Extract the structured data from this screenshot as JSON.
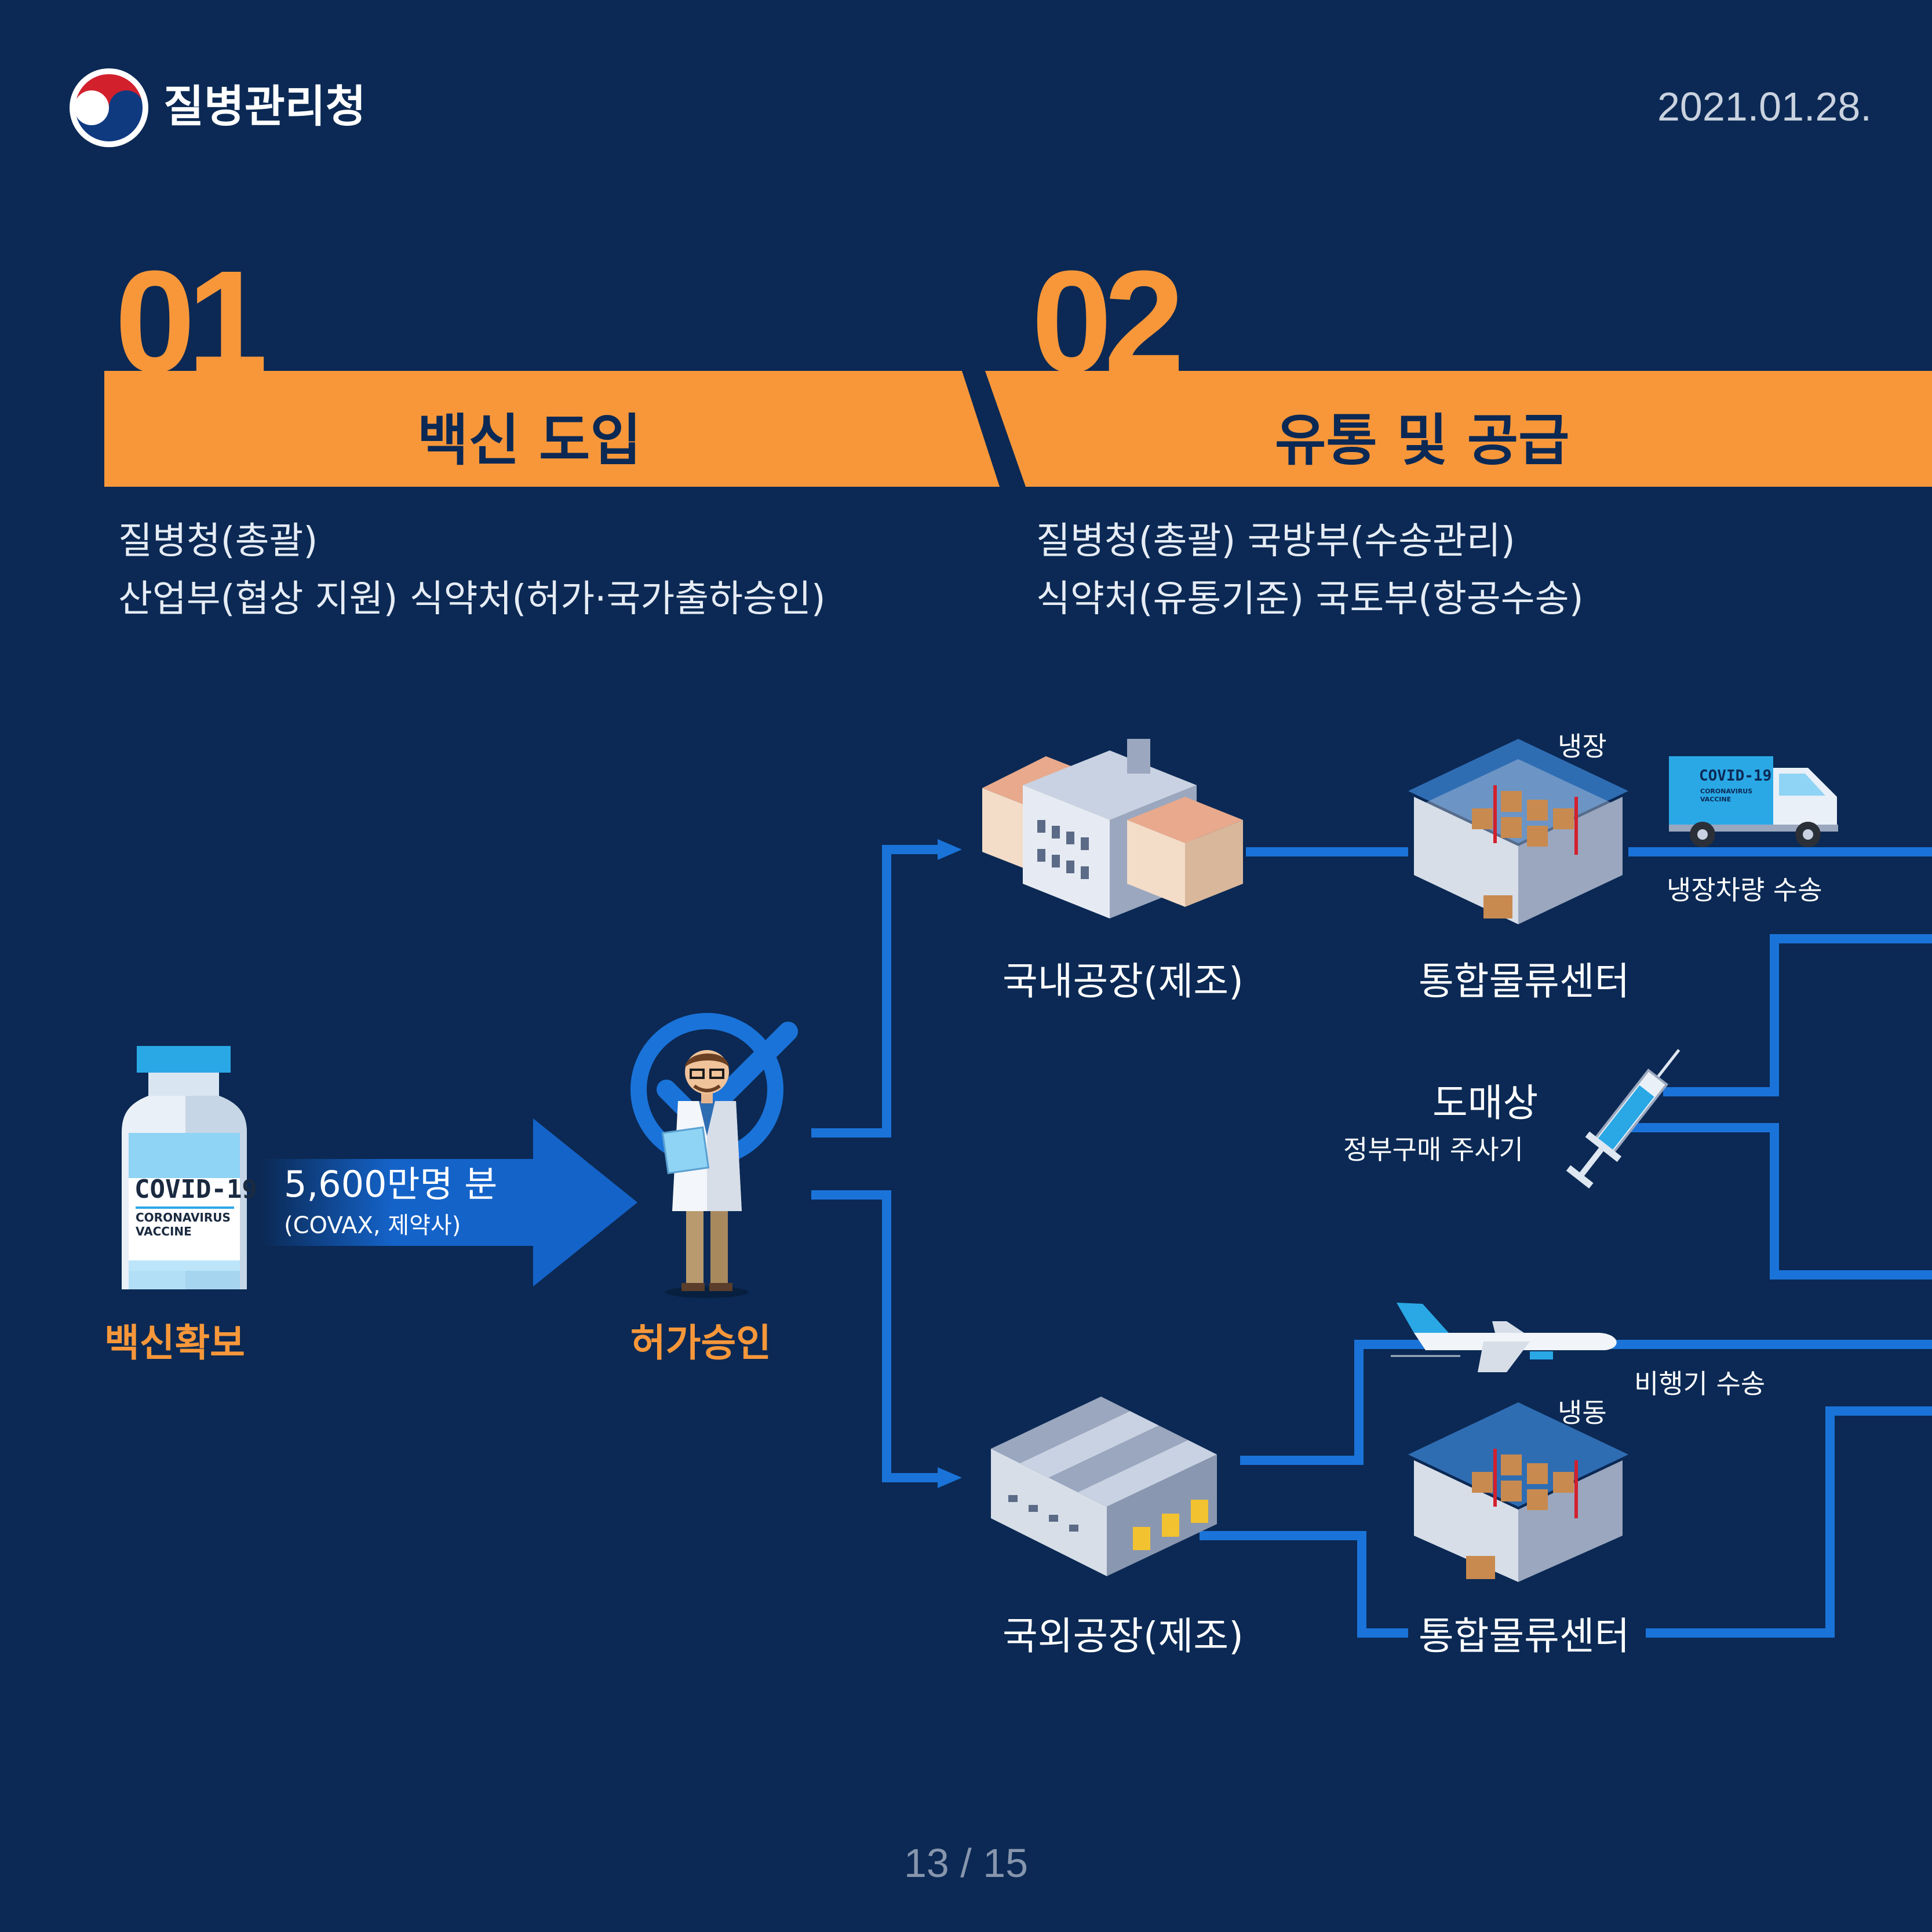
{
  "header": {
    "agency_name": "질병관리청",
    "date": "2021.01.28."
  },
  "sections": [
    {
      "number": "01",
      "title": "백신 도입",
      "desc_lines": [
        "질병청(총괄)",
        "산업부(협상 지원) 식약처(허가·국가출하승인)"
      ]
    },
    {
      "number": "02",
      "title": "유통 및 공급",
      "desc_lines": [
        "질병청(총괄) 국방부(수송관리)",
        "식약처(유통기준) 국토부(항공수송)"
      ]
    }
  ],
  "vial": {
    "label_main": "COVID-19",
    "label_sub1": "CORONAVIRUS",
    "label_sub2": "VACCINE",
    "caption": "백신확보"
  },
  "arrow": {
    "quantity": "5,600만명 분",
    "sources": "(COVAX, 제약사)"
  },
  "approval": {
    "caption": "허가승인"
  },
  "flow": {
    "domestic_factory": "국내공장(제조)",
    "logistics_center_top": "통합물류센터",
    "refrigerated": "냉장",
    "truck_label_main": "COVID-19",
    "truck_label_sub1": "CORONAVIRUS",
    "truck_label_sub2": "VACCINE",
    "refrigerated_vehicle": "냉장차량 수송",
    "wholesaler": "도매상",
    "gov_syringe": "정부구매 주사기",
    "airplane_transport": "비행기 수송",
    "frozen": "냉동",
    "overseas_factory": "국외공장(제조)",
    "logistics_center_bottom": "통합물류센터"
  },
  "footer": {
    "page": "13 / 15"
  },
  "colors": {
    "background": "#0b2954",
    "accent_orange": "#f7973a",
    "line_blue": "#1a73d9",
    "arrow_blue": "#1463c9"
  }
}
